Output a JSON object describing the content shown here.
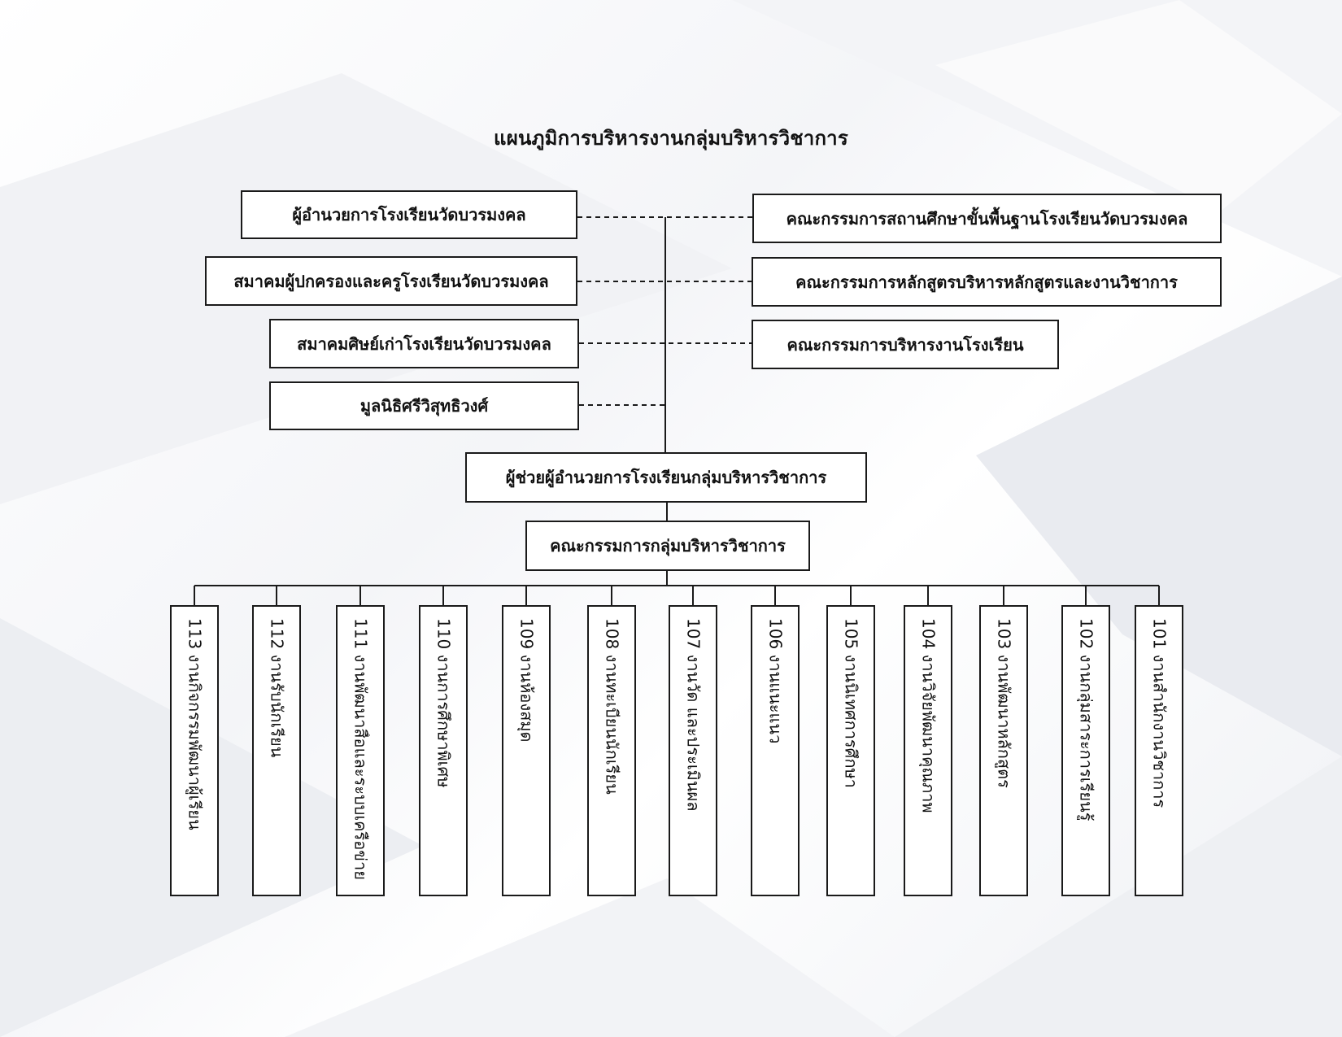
{
  "title": "แผนภูมิการบริหารงานกลุ่มบริหารวิชาการ",
  "left_boxes": [
    "ผู้อำนวยการโรงเรียนวัดบวรมงคล",
    "สมาคมผู้ปกครองและครูโรงเรียนวัดบวรมงคล",
    "สมาคมศิษย์เก่าโรงเรียนวัดบวรมงคล",
    "มูลนิธิศรีวิสุทธิวงศ์"
  ],
  "right_boxes": [
    "คณะกรรมการสถานศึกษาขั้นพื้นฐานโรงเรียนวัดบวรมงคล",
    "คณะกรรมการหลักสูตรบริหารหลักสูตรและงานวิชาการ",
    "คณะกรรมการบริหารงานโรงเรียน"
  ],
  "assistant_box": "ผู้ช่วยผู้อำนวยการโรงเรียนกลุ่มบริหารวิชาการ",
  "committee_box": "คณะกรรมการกลุ่มบริหารวิชาการ",
  "units": [
    "113 งานกิจกรรมพัฒนาผู้เรียน",
    "112 งานรับนักเรียน",
    "111 งานพัฒนาสื่อและระบบเครือข่าย",
    "110 งานการศึกษาพิเศษ",
    "109 งานห้องสมุด",
    "108 งานทะเบียนนักเรียน",
    "107 งานวัด และประเมินผล",
    "106 งานแนะแนว",
    "105 งานนิเทศการศึกษา",
    "104 งานวิจัยพัฒนาคุณภาพ",
    "103 งานพัฒนาหลักสูตร",
    "102 งานกลุ่มสาระการเรียนรู้",
    "101 งานสำนักงานวิชาการ"
  ]
}
